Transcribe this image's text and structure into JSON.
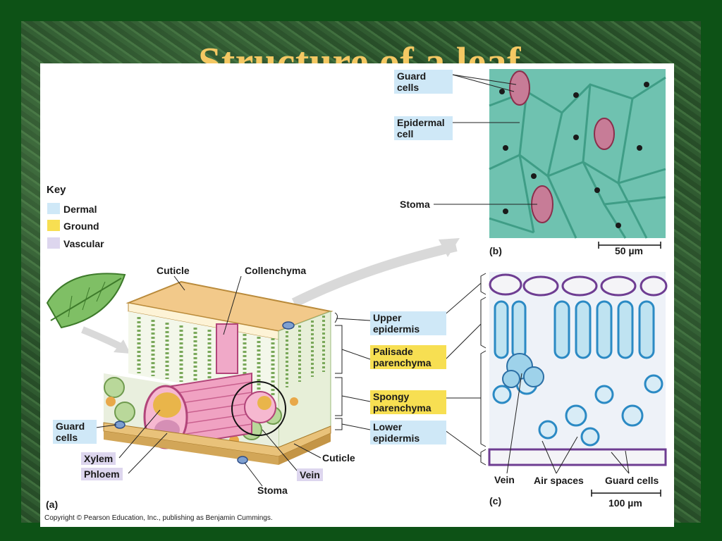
{
  "title": "Structure of a leaf",
  "key": {
    "heading": "Key",
    "items": [
      {
        "label": "Dermal",
        "color": "#cfe8f7"
      },
      {
        "label": "Ground",
        "color": "#f7df52"
      },
      {
        "label": "Vascular",
        "color": "#ddd6ee"
      }
    ]
  },
  "panel_a": {
    "letter": "(a)",
    "labels": {
      "cuticle_top": "Cuticle",
      "collenchyma": "Collenchyma",
      "guard_cells": "Guard cells",
      "xylem": "Xylem",
      "phloem": "Phloem",
      "cuticle_bottom": "Cuticle",
      "vein": "Vein",
      "stoma": "Stoma"
    },
    "layers": {
      "upper_epidermis": "Upper epidermis",
      "palisade": "Palisade parenchyma",
      "spongy": "Spongy parenchyma",
      "lower_epidermis": "Lower epidermis"
    }
  },
  "panel_b": {
    "letter": "(b)",
    "guard_cells": "Guard cells",
    "epidermal_cell": "Epidermal cell",
    "stoma": "Stoma",
    "scale": "50 µm"
  },
  "panel_c": {
    "letter": "(c)",
    "vein": "Vein",
    "air_spaces": "Air spaces",
    "guard_cells": "Guard cells",
    "scale": "100 µm"
  },
  "copyright": "Copyright © Pearson Education, Inc., publishing as Benjamin Cummings."
}
